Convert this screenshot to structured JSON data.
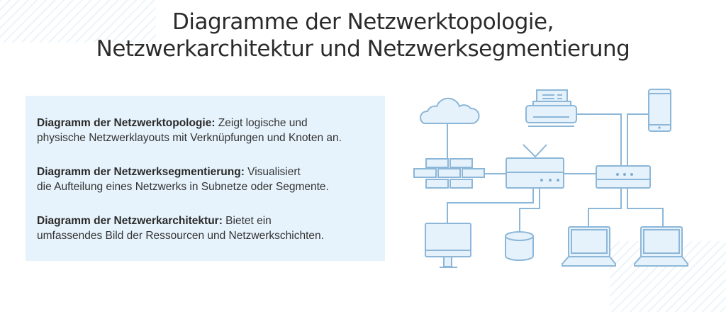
{
  "title": {
    "line1": "Diagramme der Netzwerktopologie,",
    "line2": "Netzwerkarchitektur und Netzwerksegmentierung"
  },
  "items": [
    {
      "term": "Diagramm der Netzwerktopologie:",
      "desc1": " Zeigt logische und",
      "desc2": "physische Netzwerklayouts mit Verknüpfungen und Knoten an."
    },
    {
      "term": "Diagramm der Netzwerksegmentierung:",
      "desc1": " Visualisiert",
      "desc2": "die Aufteilung eines Netzwerks in Subnetze oder Segmente."
    },
    {
      "term": "Diagramm der Netzwerkarchitektur:",
      "desc1": " Bietet ein",
      "desc2": "umfassendes Bild der Ressourcen und Netzwerkschichten."
    }
  ],
  "colors": {
    "stroke": "#8db7d8",
    "fill": "#e6f2fb",
    "box": "#e7f3fc"
  }
}
